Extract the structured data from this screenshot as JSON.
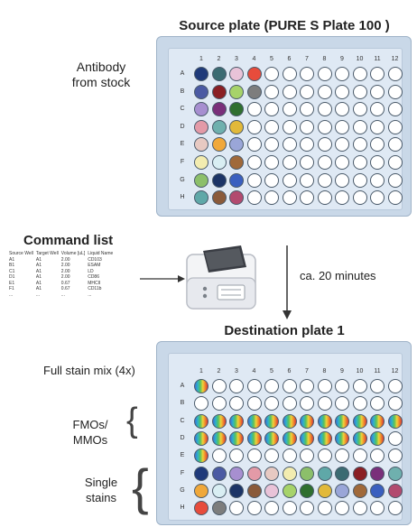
{
  "source_plate": {
    "title": "Source plate (PURE S Plate 100 )",
    "side_label": "Antibody\nfrom stock",
    "columns": [
      "1",
      "2",
      "3",
      "4",
      "5",
      "6",
      "7",
      "8",
      "9",
      "10",
      "11",
      "12"
    ],
    "rows": [
      "A",
      "B",
      "C",
      "D",
      "E",
      "F",
      "G",
      "H"
    ],
    "filled": {
      "A": [
        "#1f3a7a",
        "#3b6b72",
        "#e9c3d8",
        "#e74c3c"
      ],
      "B": [
        "#4b5aa3",
        "#8a1f24",
        "#a7d36a",
        "#7d7d7d"
      ],
      "C": [
        "#a78fd0",
        "#7a2f7a",
        "#2f6f2f"
      ],
      "D": [
        "#e39aa7",
        "#6fb0ae",
        "#e2b93a"
      ],
      "E": [
        "#e7c9c2",
        "#f0a83a",
        "#9aa6d8"
      ],
      "F": [
        "#f3ecb0",
        "#d9eef3",
        "#a0693a"
      ],
      "G": [
        "#8cbf6a",
        "#1c3466",
        "#3a5fbf"
      ],
      "H": [
        "#5fa8a8",
        "#8a5a3a",
        "#b24a6f"
      ]
    }
  },
  "command_list": {
    "title": "Command list",
    "headers": [
      "Source Well",
      "Target Well",
      "Volume [uL]",
      "Liquid Name"
    ],
    "rows": [
      [
        "A1",
        "A1",
        "2.00",
        "CD103"
      ],
      [
        "B1",
        "A1",
        "2.00",
        "ESAM"
      ],
      [
        "C1",
        "A1",
        "2.00",
        "LD"
      ],
      [
        "D1",
        "A1",
        "2.00",
        "CD86"
      ],
      [
        "E1",
        "A1",
        "0.67",
        "MHCII"
      ],
      [
        "F1",
        "A1",
        "0.67",
        "CD11b"
      ],
      [
        "...",
        "...",
        "...",
        "..."
      ]
    ]
  },
  "transfer": {
    "time_label": "ca. 20 minutes"
  },
  "destination_plate": {
    "title": "Destination plate 1",
    "labels": {
      "full_stain": "Full stain mix (4x)",
      "fmo": "FMOs/\nMMOs",
      "single": "Single\nstains"
    },
    "columns": [
      "1",
      "2",
      "3",
      "4",
      "5",
      "6",
      "7",
      "8",
      "9",
      "10",
      "11",
      "12"
    ],
    "rows": [
      "A",
      "B",
      "C",
      "D",
      "E",
      "F",
      "G",
      "H"
    ],
    "rainbow_wells": {
      "A": 1,
      "B": 0,
      "C": 12,
      "D": 12,
      "E": 1
    },
    "filled": {
      "F": [
        "#1f3a7a",
        "#4b5aa3",
        "#a78fd0",
        "#e39aa7",
        "#e7c9c2",
        "#f3ecb0",
        "#8cbf6a",
        "#5fa8a8",
        "#3b6b72",
        "#8a1f24",
        "#7a2f7a",
        "#6fb0ae"
      ],
      "G": [
        "#f0a83a",
        "#d9eef3",
        "#1c3466",
        "#8a5a3a",
        "#e9c3d8",
        "#a7d36a",
        "#2f6f2f",
        "#e2b93a",
        "#9aa6d8",
        "#a0693a",
        "#3a5fbf",
        "#b24a6f"
      ],
      "H": [
        "#e74c3c",
        "#7d7d7d"
      ]
    }
  }
}
